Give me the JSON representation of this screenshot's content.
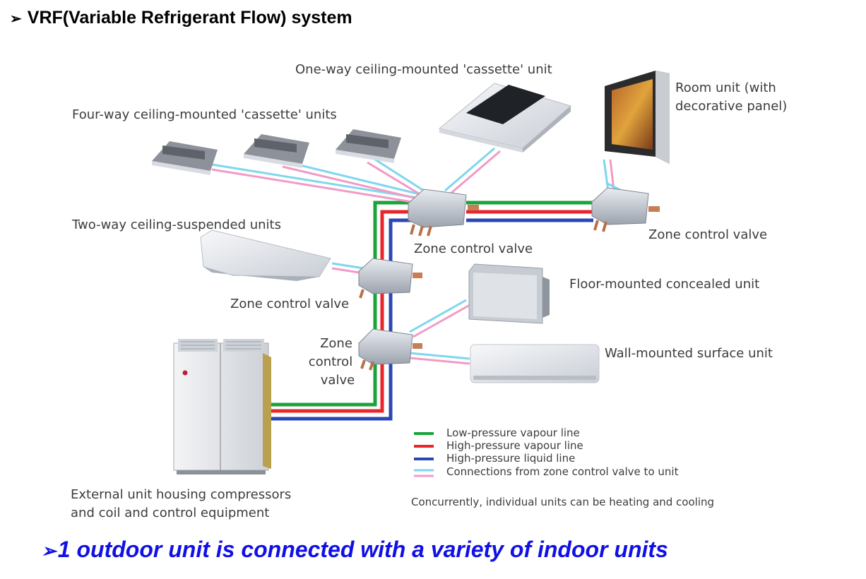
{
  "title": {
    "bullet": "➢",
    "text": "VRF(Variable Refrigerant Flow)  system"
  },
  "labels": {
    "one_way_cassette": "One-way ceiling-mounted 'cassette' unit",
    "room_unit_line1": "Room unit (with",
    "room_unit_line2": "decorative panel)",
    "four_way_cassette": "Four-way ceiling-mounted 'cassette' units",
    "two_way_suspended": "Two-way ceiling-suspended units",
    "zone_valve_center": "Zone control valve",
    "zone_valve_right": "Zone control valve",
    "zone_valve_left": "Zone control valve",
    "zone_valve_lower_line1": "Zone",
    "zone_valve_lower_line2": "control",
    "zone_valve_lower_line3": "valve",
    "floor_concealed": "Floor-mounted concealed unit",
    "wall_mounted": "Wall-mounted surface unit",
    "external_unit_line1": "External unit housing compressors",
    "external_unit_line2": "and coil and control equipment",
    "concurrently": "Concurrently, individual units can be heating and cooling"
  },
  "legend": [
    {
      "label": "Low-pressure vapour line",
      "color": "#1aa33a"
    },
    {
      "label": "High-pressure vapour line",
      "color": "#e8262b"
    },
    {
      "label": "High-pressure liquid line",
      "color": "#2b47b5"
    },
    {
      "label": "Connections from zone control valve to unit",
      "color": [
        "#7fd6ee",
        "#f29ac6"
      ]
    }
  ],
  "colors": {
    "green": "#1aa33a",
    "red": "#e8262b",
    "blue": "#2b47b5",
    "cyan": "#7fd6ee",
    "pink": "#f29ac6",
    "note": "#1010e6"
  },
  "bottom_note": {
    "bullet": "➢",
    "text": "1 outdoor unit is connected with a variety of indoor units"
  }
}
